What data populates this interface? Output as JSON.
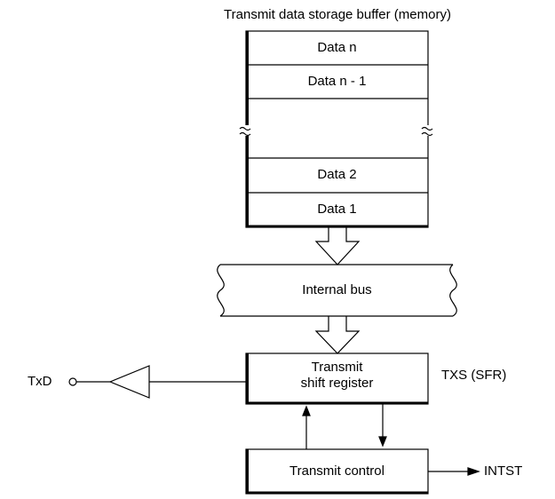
{
  "buffer": {
    "title": "Transmit data storage buffer (memory)",
    "rows": [
      "Data n",
      "Data n - 1",
      "",
      "Data 2",
      "Data 1"
    ]
  },
  "bus": {
    "label": "Internal bus"
  },
  "shift_register": {
    "line1": "Transmit",
    "line2": "shift register",
    "tag": "TXS (SFR)"
  },
  "pin": {
    "label": "TxD"
  },
  "control": {
    "label": "Transmit control"
  },
  "interrupt": {
    "label": "INTST"
  }
}
